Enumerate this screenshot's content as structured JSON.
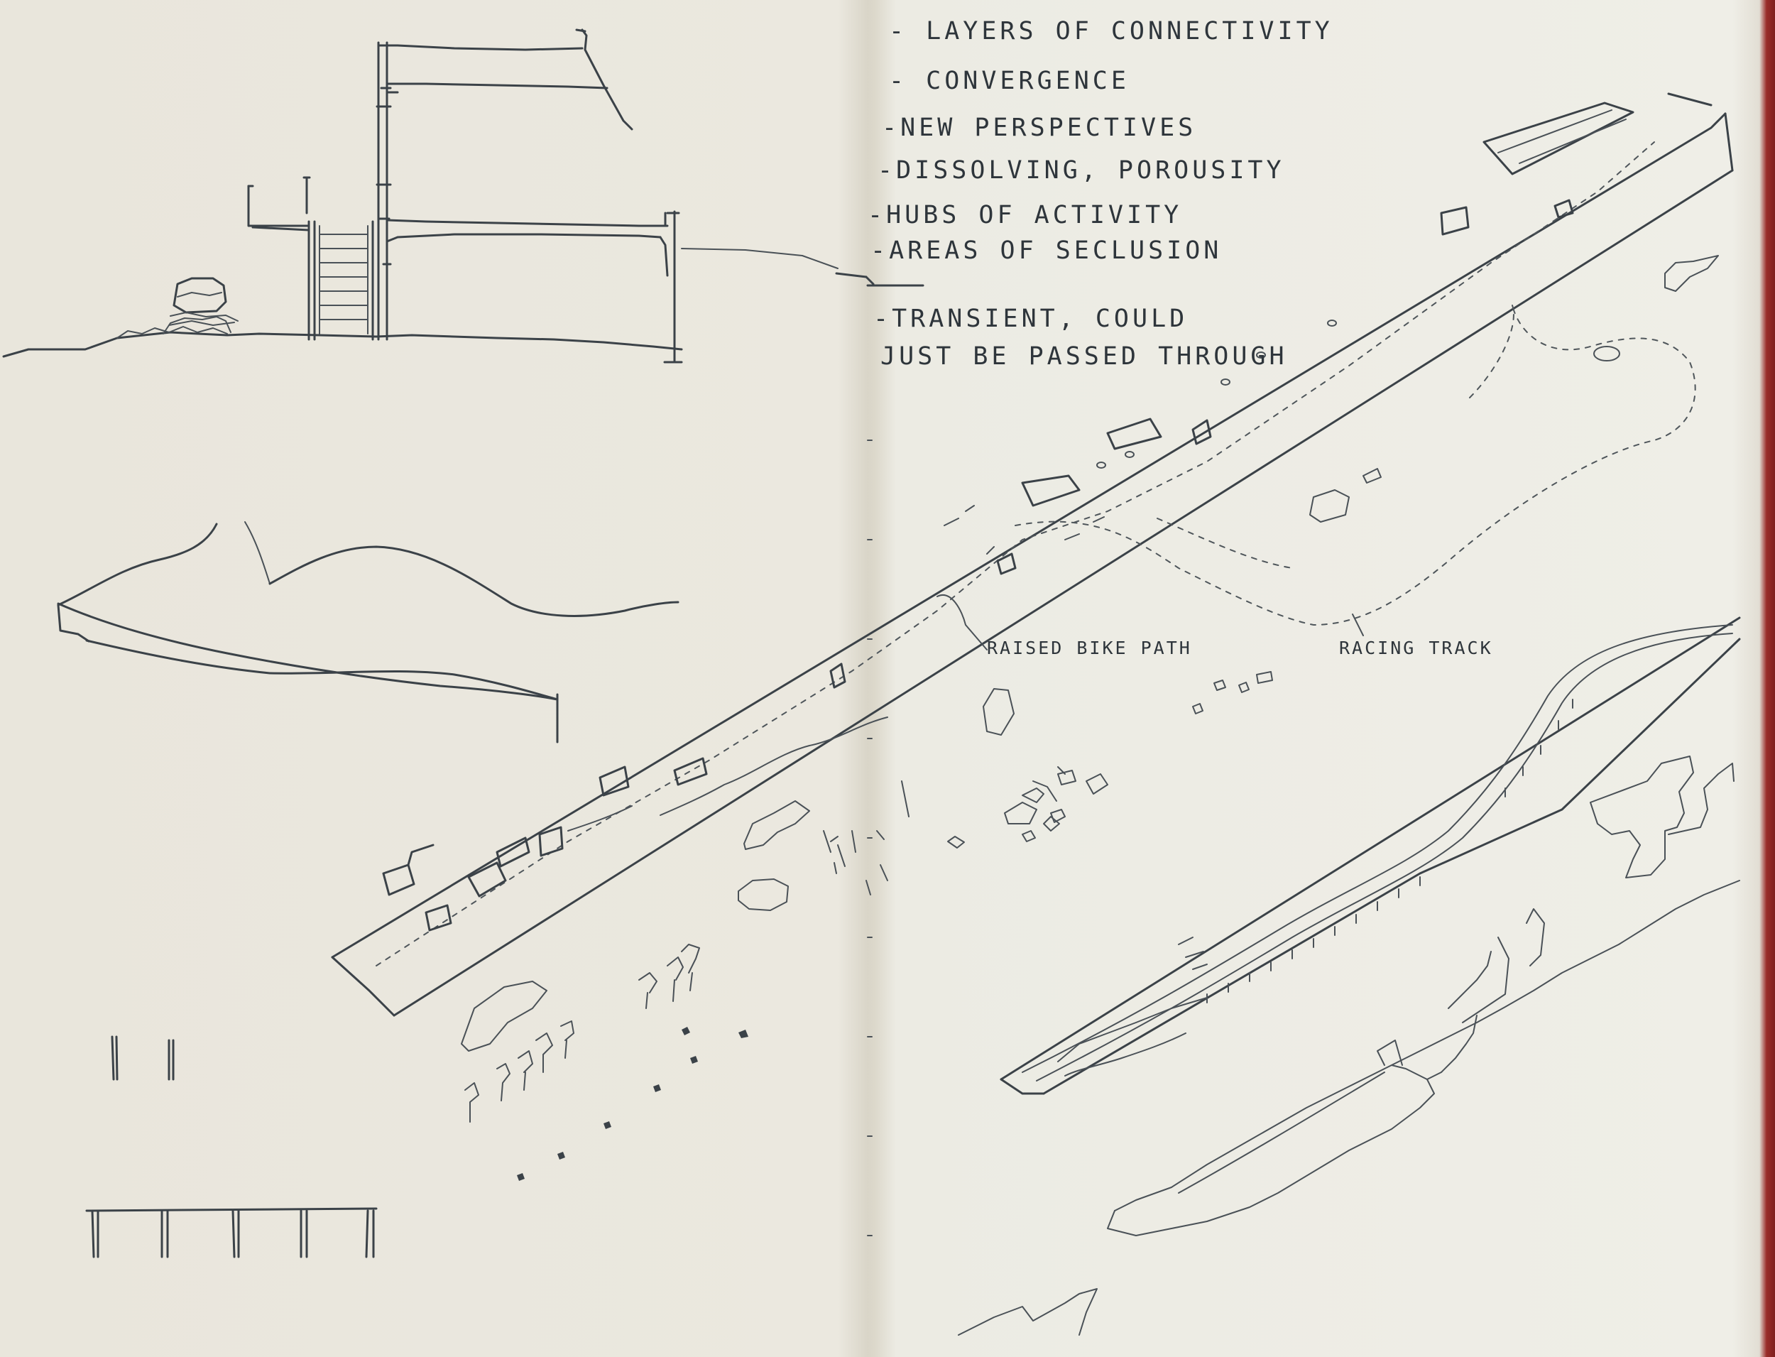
{
  "notes": [
    "- LAYERS OF CONNECTIVITY",
    "- CONVERGENCE",
    "-NEW PERSPECTIVES",
    "-DISSOLVING, POROUSITY",
    "-HUBS OF ACTIVITY",
    "-AREAS OF SECLUSION",
    "-TRANSIENT, COULD",
    "JUST BE PASSED THROUGH"
  ],
  "labels": {
    "bike_path": "RAISED BIKE PATH",
    "track": "RACING TRACK"
  },
  "colors": {
    "paper_left": "#ebe8df",
    "paper_right": "#efeee7",
    "ink": "#3b4248",
    "cover": "#8a2624"
  }
}
